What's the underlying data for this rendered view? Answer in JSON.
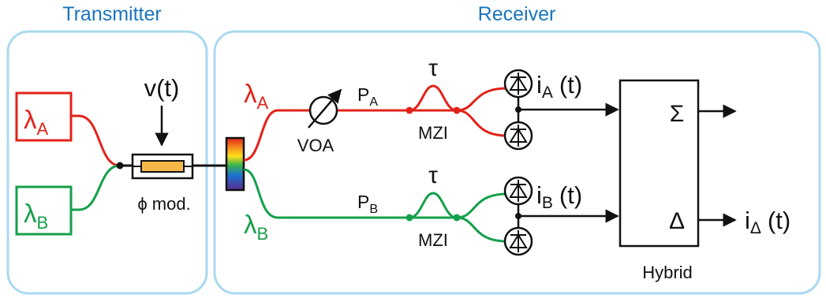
{
  "sections": {
    "transmitter_title": "Transmitter",
    "receiver_title": "Receiver"
  },
  "sources": {
    "a": {
      "symbol": "λ",
      "sub": "A"
    },
    "b": {
      "symbol": "λ",
      "sub": "B"
    }
  },
  "modulator": {
    "drive_label": "v(t)",
    "label": "ϕ mod."
  },
  "receiver": {
    "lambda_a": {
      "symbol": "λ",
      "sub": "A"
    },
    "lambda_b": {
      "symbol": "λ",
      "sub": "B"
    },
    "voa_label": "VOA",
    "power_a": {
      "symbol": "P",
      "sub": "A"
    },
    "power_b": {
      "symbol": "P",
      "sub": "B"
    },
    "delay_label": "τ",
    "mzi_label": "MZI",
    "current_a": {
      "symbol": "i",
      "sub": "A",
      "suffix": "(t)"
    },
    "current_b": {
      "symbol": "i",
      "sub": "B",
      "suffix": "(t)"
    },
    "hybrid_sum": "Σ",
    "hybrid_diff": "Δ",
    "hybrid_label": "Hybrid",
    "output": {
      "symbol": "i",
      "sub": "Δ",
      "suffix": "(t)"
    }
  },
  "colors": {
    "panel_border": "#a9d9ef",
    "title": "#1b75bb",
    "red": "#e2231a",
    "green": "#14a04b",
    "black": "#111111",
    "modulator_fill": "#f5b94a"
  }
}
